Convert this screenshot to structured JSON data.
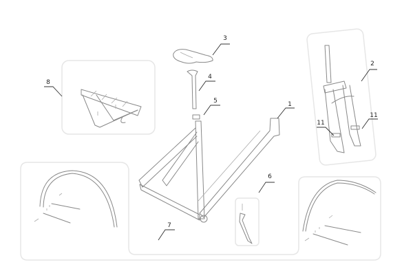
{
  "diagram": {
    "callouts": [
      {
        "id": "frame",
        "label": "1"
      },
      {
        "id": "fork",
        "label": "2"
      },
      {
        "id": "saddle",
        "label": "3"
      },
      {
        "id": "seatpost",
        "label": "4"
      },
      {
        "id": "seatpost-clamp",
        "label": "5"
      },
      {
        "id": "kickstand",
        "label": "6"
      },
      {
        "id": "mudguards",
        "label": "7"
      },
      {
        "id": "rear-rack",
        "label": "8"
      },
      {
        "id": "fork-bands-right",
        "label": "11"
      },
      {
        "id": "fork-bands-left",
        "label": "11"
      }
    ]
  }
}
